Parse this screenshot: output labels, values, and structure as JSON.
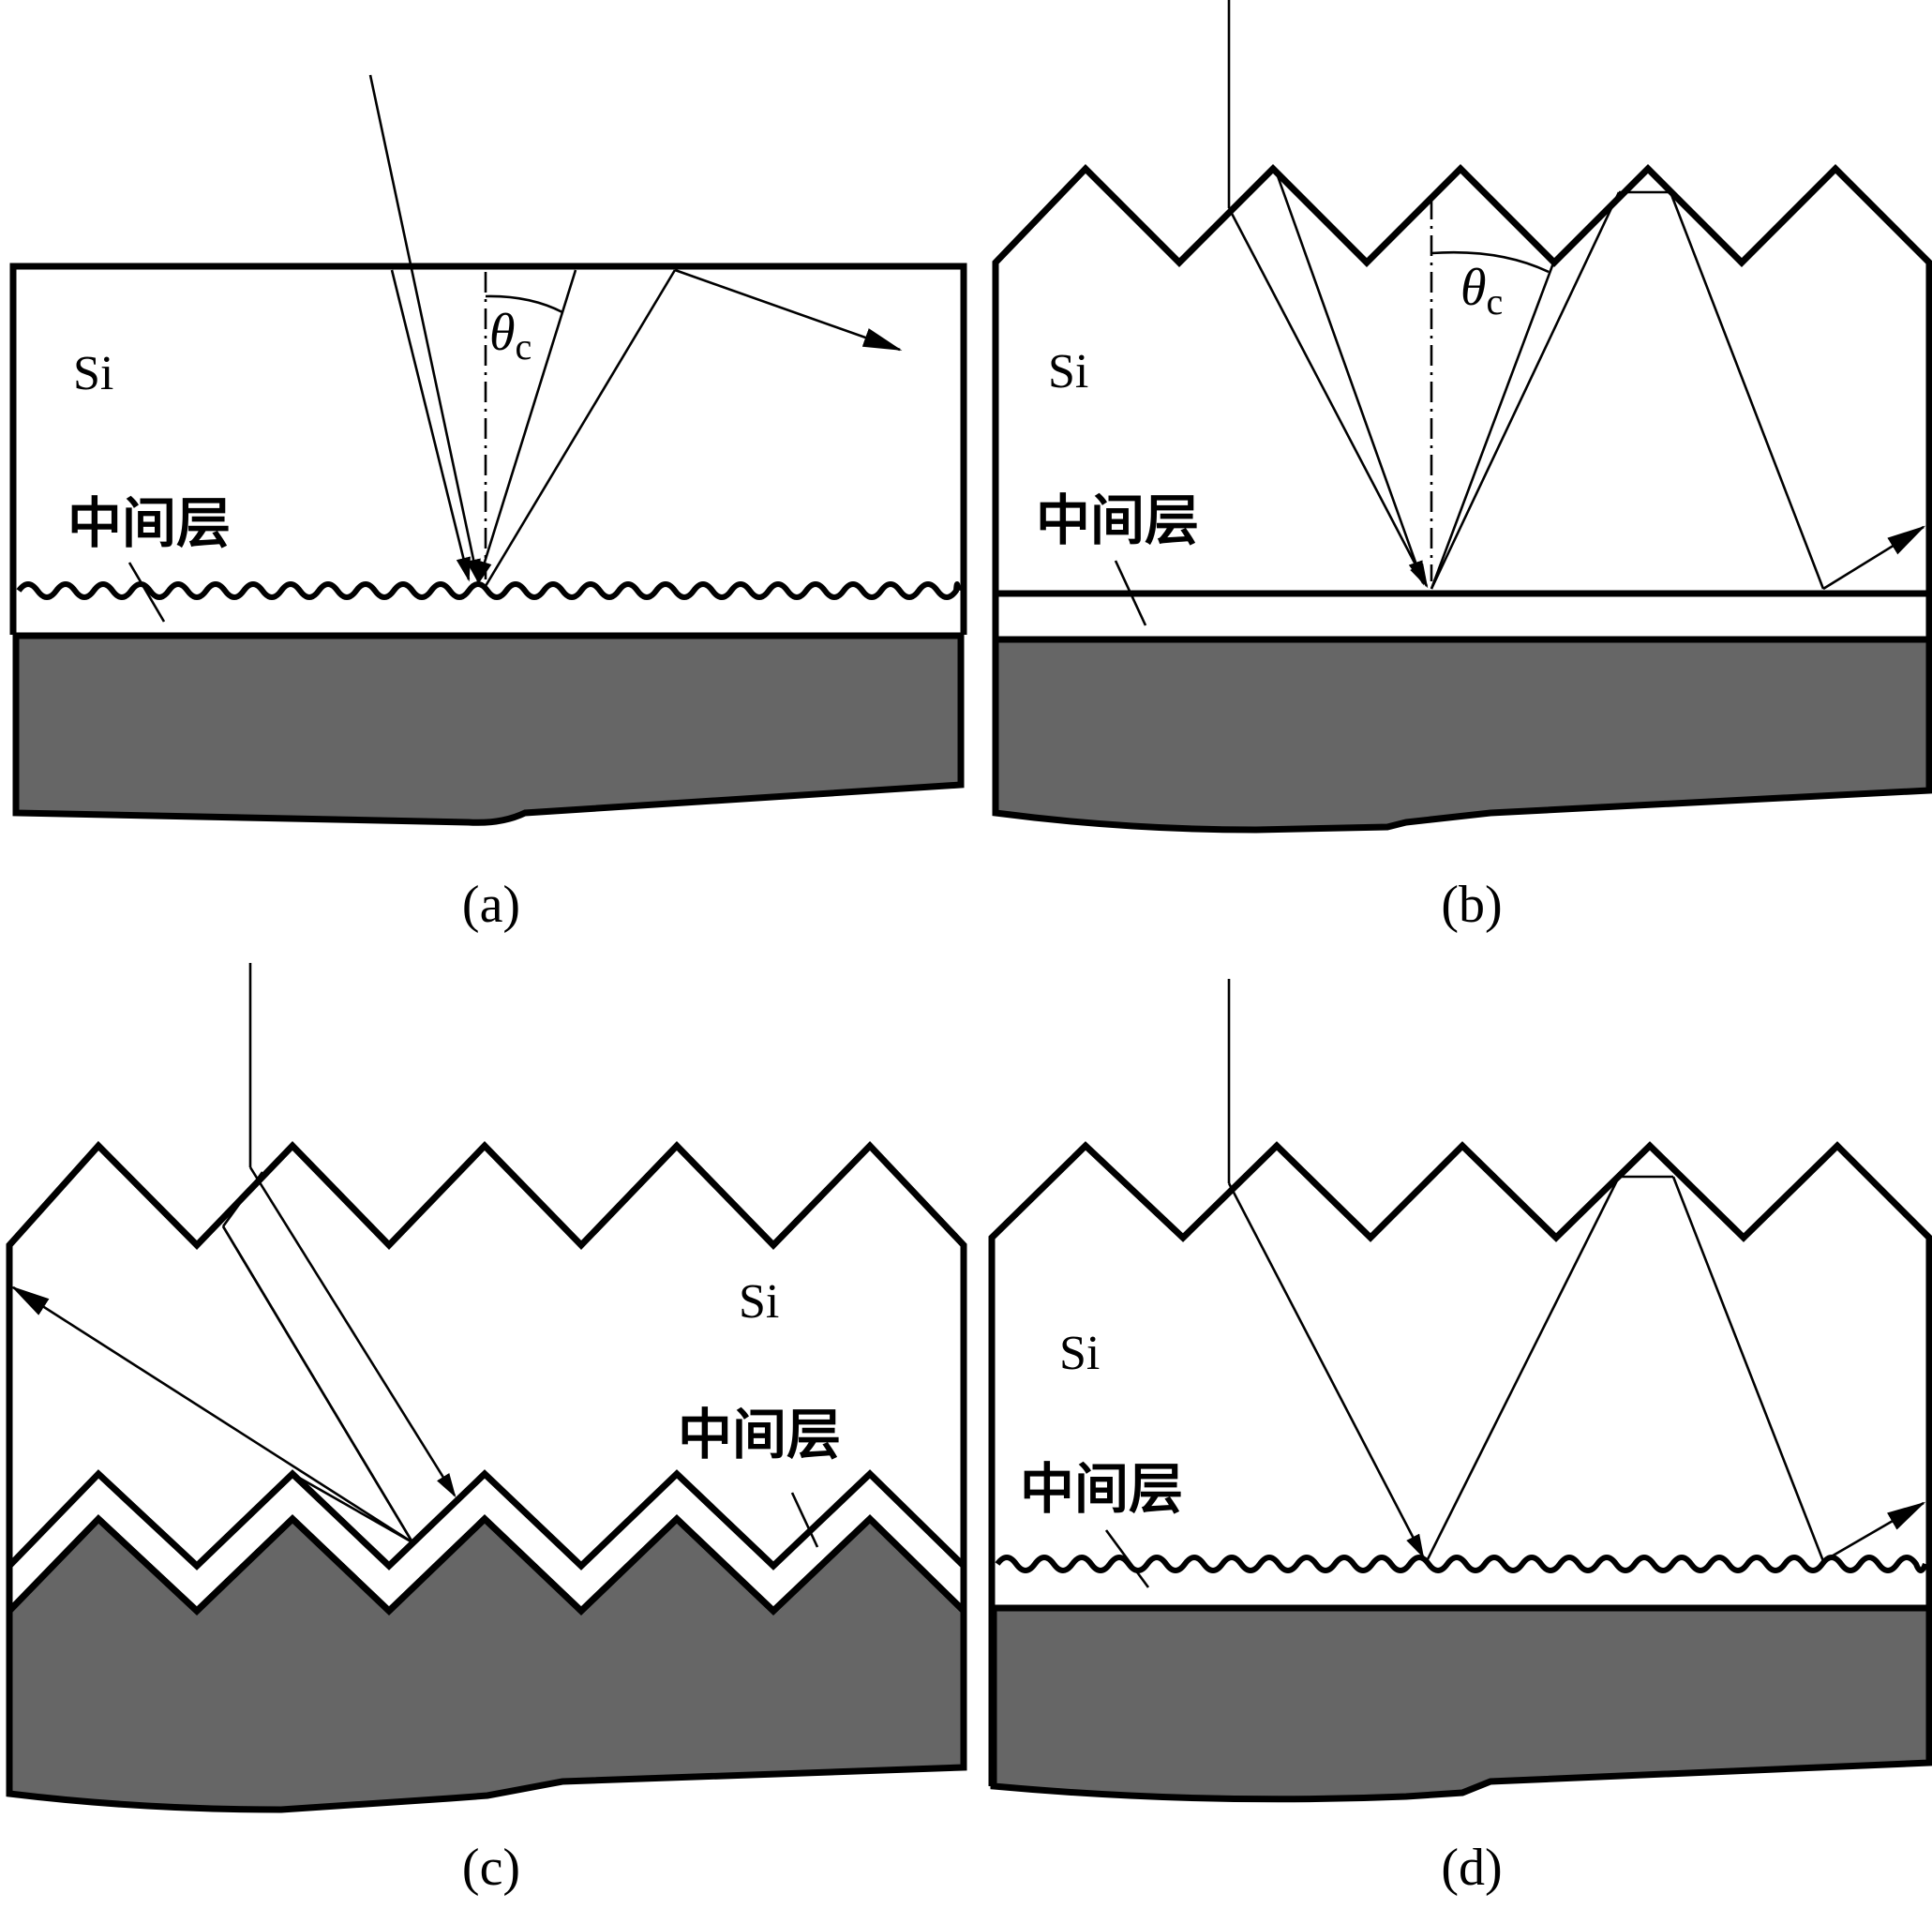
{
  "panels": [
    {
      "caption": "(a)",
      "material": "Si",
      "layer": "中间层",
      "angle_symbol": "θ",
      "angle_subscript": "c"
    },
    {
      "caption": "(b)",
      "material": "Si",
      "layer": "中间层",
      "angle_symbol": "θ",
      "angle_subscript": "c"
    },
    {
      "caption": "(c)",
      "material": "Si",
      "layer": "中间层"
    },
    {
      "caption": "(d)",
      "material": "Si",
      "layer": "中间层"
    }
  ],
  "colors": {
    "substrate": "#666666",
    "line": "#000000",
    "background": "#ffffff"
  }
}
